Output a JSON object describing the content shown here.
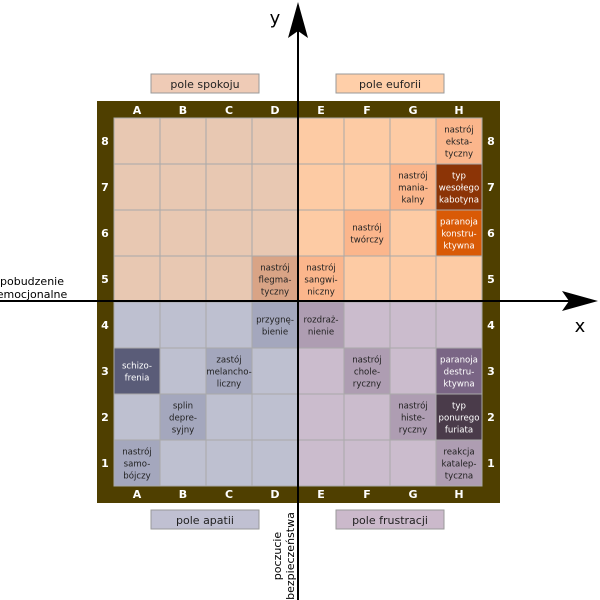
{
  "axes": {
    "y_label": "y",
    "x_label": "x",
    "x_axis_title": [
      "pobudzenie",
      "emocjonalne"
    ],
    "y_axis_title": [
      "poczucie",
      "bezpieczeństwa"
    ]
  },
  "fields": {
    "top_left": "pole spokoju",
    "top_right": "pole euforii",
    "bottom_left": "pole apatii",
    "bottom_right": "pole frustracji"
  },
  "columns": [
    "A",
    "B",
    "C",
    "D",
    "E",
    "F",
    "G",
    "H"
  ],
  "rows": [
    "8",
    "7",
    "6",
    "5",
    "4",
    "3",
    "2",
    "1"
  ],
  "colors": {
    "frame": "#4f3f00",
    "calm_base": "#e8c8b2",
    "euphoria_base": "#fdcba4",
    "apathy_base": "#bec0d0",
    "frustration_base": "#cbbccd",
    "calm_label_bg": "#efcbb6",
    "euphoria_label_bg": "#ffcfa9",
    "apathy_label_bg": "#c0c0d2",
    "frustration_label_bg": "#cbb9cb"
  },
  "states": [
    {
      "col": "H",
      "row": "8",
      "lines": [
        "nastrój",
        "eksta-",
        "tyczny"
      ],
      "fill": "#fbb68c",
      "text_color": "#222222"
    },
    {
      "col": "G",
      "row": "7",
      "lines": [
        "nastrój",
        "mania-",
        "kalny"
      ],
      "fill": "#fbb68c",
      "text_color": "#222222"
    },
    {
      "col": "H",
      "row": "7",
      "lines": [
        "typ",
        "wesołego",
        "kabotyna"
      ],
      "fill": "#8c3406",
      "text_color": "#ffffff"
    },
    {
      "col": "F",
      "row": "6",
      "lines": [
        "nastrój",
        "twórczy"
      ],
      "fill": "#fbb68c",
      "text_color": "#222222"
    },
    {
      "col": "H",
      "row": "6",
      "lines": [
        "paranoja",
        "konstru-",
        "ktywna"
      ],
      "fill": "#d95a06",
      "text_color": "#ffffff"
    },
    {
      "col": "D",
      "row": "5",
      "lines": [
        "nastrój",
        "flegma-",
        "tyczny"
      ],
      "fill": "#d9a486",
      "text_color": "#222222"
    },
    {
      "col": "E",
      "row": "5",
      "lines": [
        "nastrój",
        "sangwi-",
        "niczny"
      ],
      "fill": "#fbb68c",
      "text_color": "#222222"
    },
    {
      "col": "D",
      "row": "4",
      "lines": [
        "przygnę-",
        "bienie"
      ],
      "fill": "#a4a7bd",
      "text_color": "#222222"
    },
    {
      "col": "E",
      "row": "4",
      "lines": [
        "rozdraż-",
        "nienie"
      ],
      "fill": "#ae9db2",
      "text_color": "#222222"
    },
    {
      "col": "A",
      "row": "3",
      "lines": [
        "schizo-",
        "frenia"
      ],
      "fill": "#5a5c78",
      "text_color": "#ffffff"
    },
    {
      "col": "C",
      "row": "3",
      "lines": [
        "zastój",
        "melancho-",
        "liczny"
      ],
      "fill": "#a4a7bd",
      "text_color": "#222222"
    },
    {
      "col": "F",
      "row": "3",
      "lines": [
        "nastrój",
        "chole-",
        "ryczny"
      ],
      "fill": "#ae9db2",
      "text_color": "#222222"
    },
    {
      "col": "H",
      "row": "3",
      "lines": [
        "paranoja",
        "destru-",
        "ktywna"
      ],
      "fill": "#7a6585",
      "text_color": "#ffffff"
    },
    {
      "col": "B",
      "row": "2",
      "lines": [
        "splin",
        "depre-",
        "syjny"
      ],
      "fill": "#a4a7bd",
      "text_color": "#222222"
    },
    {
      "col": "G",
      "row": "2",
      "lines": [
        "nastrój",
        "histe-",
        "ryczny"
      ],
      "fill": "#ae9db2",
      "text_color": "#222222"
    },
    {
      "col": "H",
      "row": "2",
      "lines": [
        "typ",
        "ponurego",
        "furiata"
      ],
      "fill": "#4a3b4a",
      "text_color": "#ffffff"
    },
    {
      "col": "A",
      "row": "1",
      "lines": [
        "nastrój",
        "samo-",
        "bójczy"
      ],
      "fill": "#a4a7bd",
      "text_color": "#222222"
    },
    {
      "col": "H",
      "row": "1",
      "lines": [
        "reakcja",
        "katalep-",
        "tyczna"
      ],
      "fill": "#ae9db2",
      "text_color": "#222222"
    }
  ]
}
